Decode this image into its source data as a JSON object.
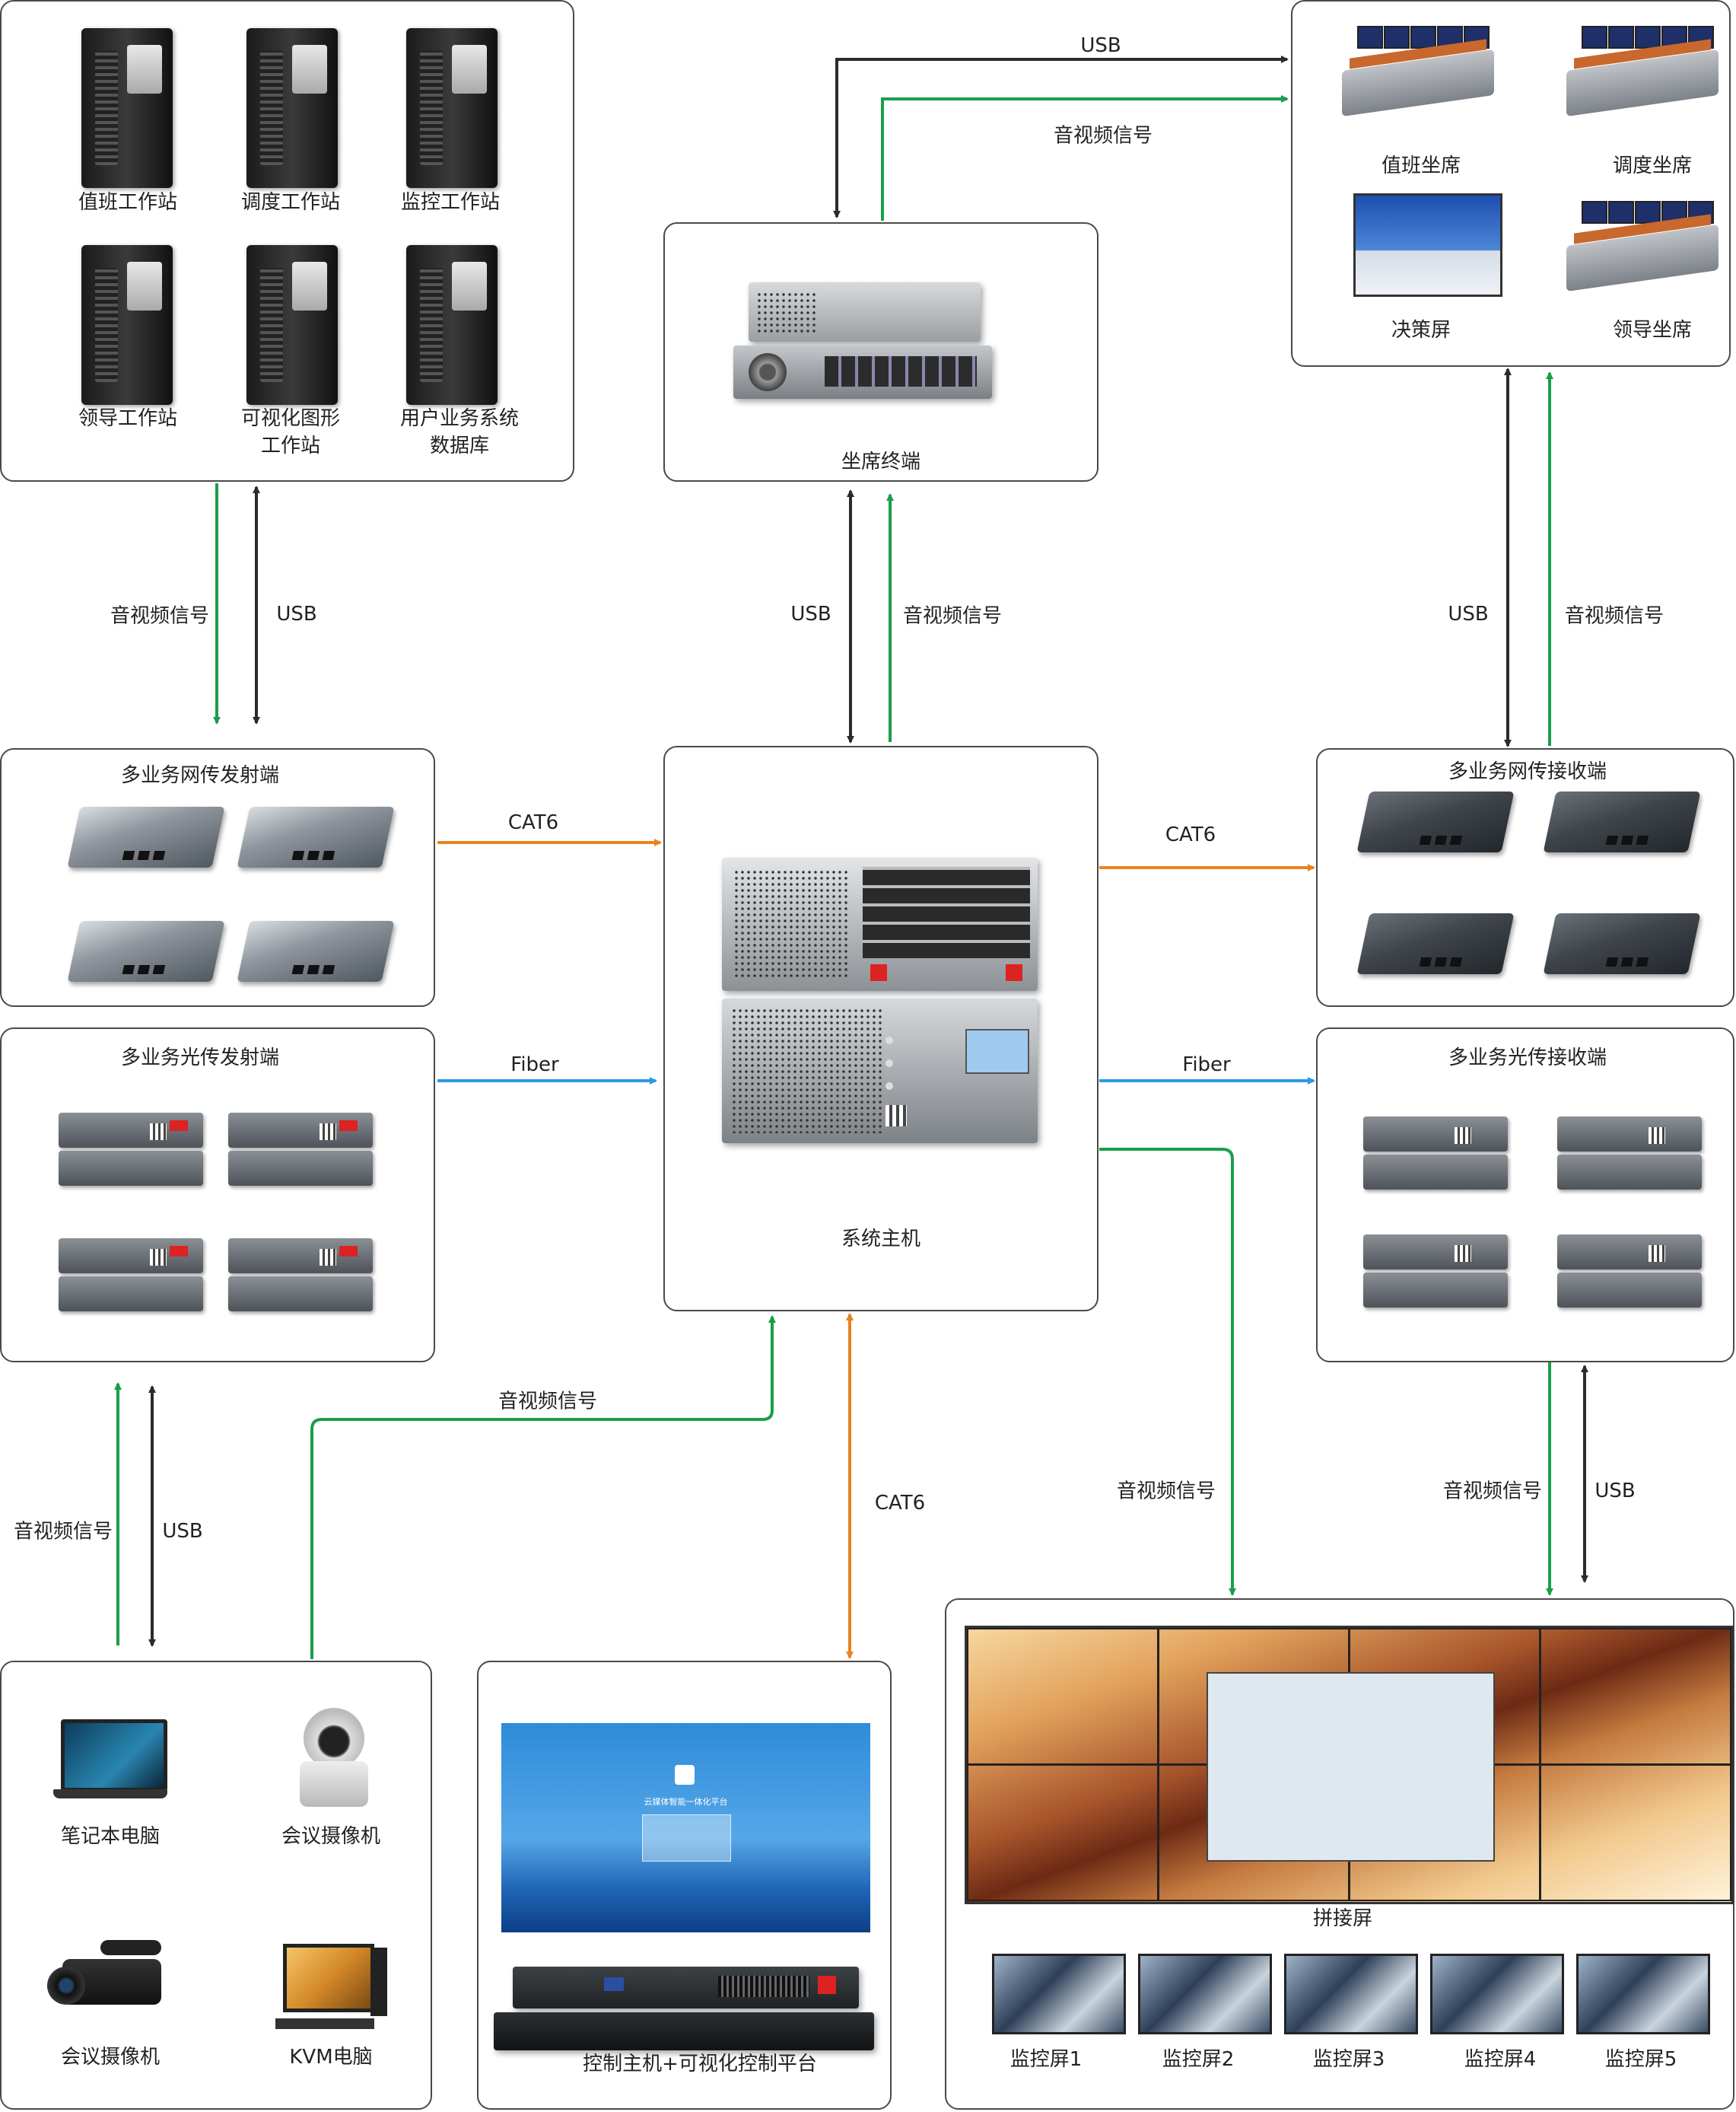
{
  "workstations": {
    "items": [
      "值班工作站",
      "调度工作站",
      "监控工作站",
      "领导工作站",
      "可视化图形\n工作站",
      "用户业务系统\n数据库"
    ]
  },
  "seat_terminal": {
    "label": "坐席终端"
  },
  "seats": {
    "items": [
      "值班坐席",
      "调度坐席",
      "决策屏",
      "领导坐席"
    ]
  },
  "net_tx": {
    "label": "多业务网传发射端"
  },
  "net_rx": {
    "label": "多业务网传接收端"
  },
  "optical_tx": {
    "label": "多业务光传发射端"
  },
  "optical_rx": {
    "label": "多业务光传接收端"
  },
  "system_host": {
    "label": "系统主机"
  },
  "sources": {
    "items": [
      "笔记本电脑",
      "会议摄像机",
      "会议摄像机",
      "KVM电脑"
    ]
  },
  "control": {
    "label": "控制主机+可视化控制平台",
    "screen_title": "云媒体智能一体化平台"
  },
  "video_wall": {
    "label": "拼接屏",
    "monitors": [
      "监控屏1",
      "监控屏2",
      "监控屏3",
      "监控屏4",
      "监控屏5"
    ]
  },
  "edges": {
    "ws_av": "音视频信号",
    "ws_usb": "USB",
    "top_usb": "USB",
    "top_av": "音视频信号",
    "term_usb": "USB",
    "term_av": "音视频信号",
    "seat_usb": "USB",
    "seat_av": "音视频信号",
    "cat6_left": "CAT6",
    "cat6_right": "CAT6",
    "fiber_left": "Fiber",
    "fiber_right": "Fiber",
    "src_av": "音视频信号",
    "src_usb": "USB",
    "src_to_host_av": "音视频信号",
    "ctrl_cat6": "CAT6",
    "host_to_wall_av": "音视频信号",
    "rx_to_wall_av": "音视频信号",
    "rx_to_wall_usb": "USB"
  },
  "colors": {
    "green": "#1a9e4a",
    "black": "#2e2a2a",
    "orange": "#e8831f",
    "blue": "#2a9be0"
  }
}
